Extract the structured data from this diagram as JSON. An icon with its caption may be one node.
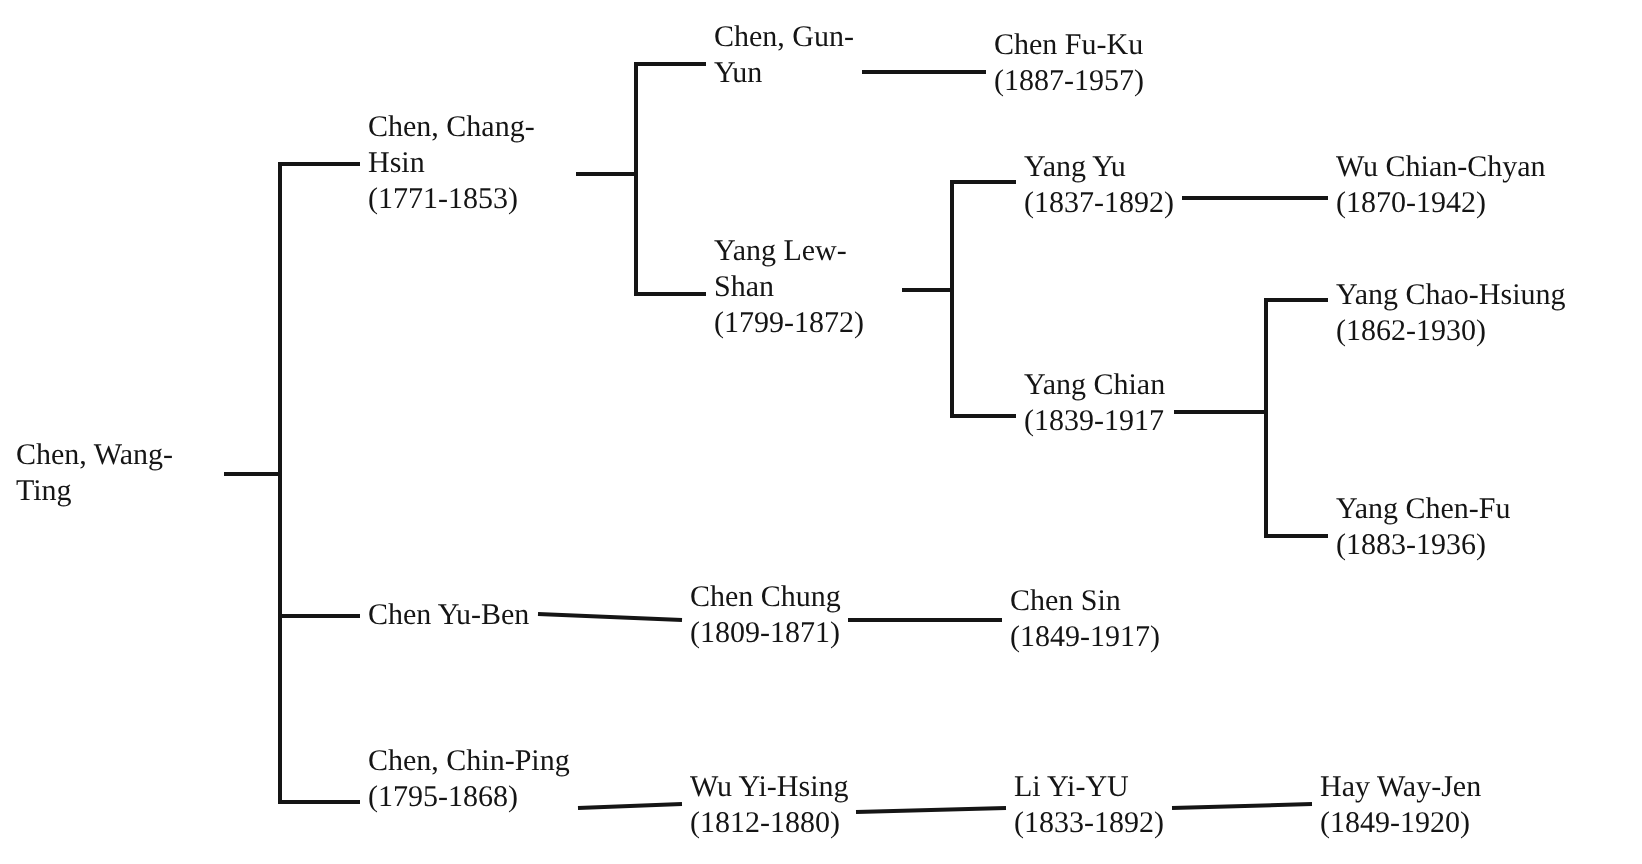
{
  "diagram": {
    "nodes": [
      {
        "text": [
          "Chen, Wang-Ting"
        ]
      },
      {
        "text": [
          "Chen, Chang-Hsin",
          "(1771-1853)"
        ]
      },
      {
        "text": [
          "Chen, Gun-Yun"
        ]
      },
      {
        "text": [
          "Chen Fu-Ku",
          "(1887-1957)"
        ]
      },
      {
        "text": [
          "Yang Lew-Shan",
          "(1799-1872)"
        ]
      },
      {
        "text": [
          "Yang Yu",
          "(1837-1892)"
        ]
      },
      {
        "text": [
          "Wu Chian-Chyan",
          "(1870-1942)"
        ]
      },
      {
        "text": [
          "Yang Chian",
          "(1839-1917"
        ]
      },
      {
        "text": [
          "Yang Chao-Hsiung",
          "(1862-1930)"
        ]
      },
      {
        "text": [
          "Yang Chen-Fu",
          "(1883-1936)"
        ]
      },
      {
        "text": [
          "Chen Yu-Ben"
        ]
      },
      {
        "text": [
          "Chen Chung",
          "(1809-1871)"
        ]
      },
      {
        "text": [
          "Chen Sin",
          "(1849-1917)"
        ]
      },
      {
        "text": [
          "Chen, Chin-Ping",
          "(1795-1868)"
        ]
      },
      {
        "text": [
          "Wu Yi-Hsing",
          "(1812-1880)"
        ]
      },
      {
        "text": [
          "Li Yi-YU",
          "(1833-1892)"
        ]
      },
      {
        "text": [
          "Hay Way-Jen",
          "(1849-1920)"
        ]
      }
    ],
    "edges": [
      {
        "from": 0,
        "to": 1,
        "arrow": "none"
      },
      {
        "from": 0,
        "to": 10,
        "arrow": "none"
      },
      {
        "from": 0,
        "to": 13,
        "arrow": "none"
      },
      {
        "from": 1,
        "to": 2,
        "arrow": "none"
      },
      {
        "from": 1,
        "to": 4,
        "arrow": "none"
      },
      {
        "from": 2,
        "to": 3,
        "arrow": "none"
      },
      {
        "from": 4,
        "to": 5,
        "arrow": "none"
      },
      {
        "from": 4,
        "to": 7,
        "arrow": "none"
      },
      {
        "from": 5,
        "to": 6,
        "arrow": "none"
      },
      {
        "from": 7,
        "to": 8,
        "arrow": "none"
      },
      {
        "from": 7,
        "to": 9,
        "arrow": "none"
      },
      {
        "from": 10,
        "to": 11,
        "arrow": "none"
      },
      {
        "from": 11,
        "to": 12,
        "arrow": "none"
      },
      {
        "from": 13,
        "to": 14,
        "arrow": "none"
      },
      {
        "from": 14,
        "to": 15,
        "arrow": "none"
      },
      {
        "from": 15,
        "to": 16,
        "arrow": "none"
      }
    ]
  }
}
